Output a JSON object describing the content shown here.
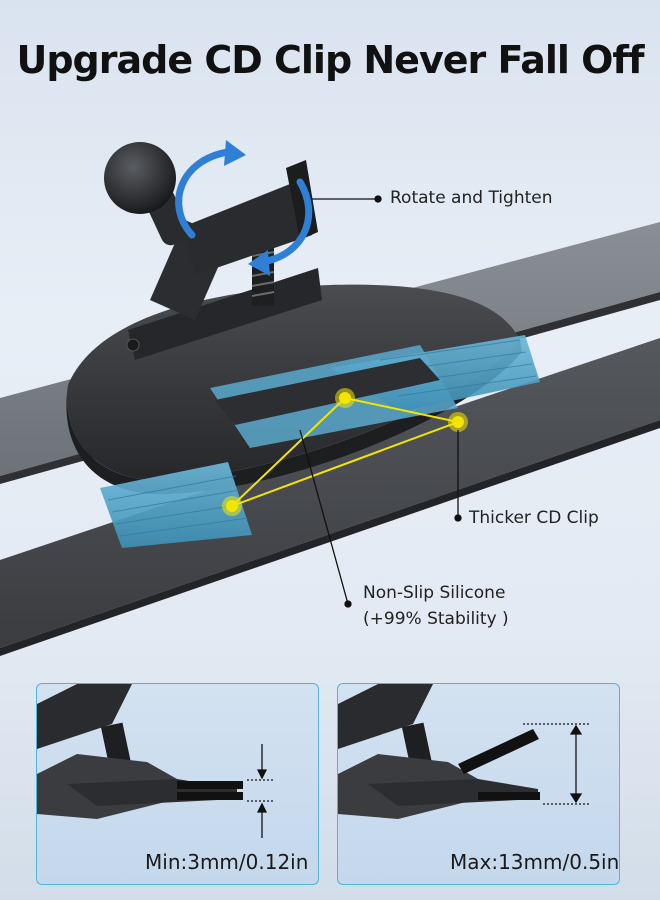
{
  "title": "Upgrade CD Clip Never Fall Off",
  "callouts": {
    "rotate": "Rotate and Tighten",
    "thicker": "Thicker CD Clip",
    "nonslip_line1": "Non-Slip Silicone",
    "nonslip_line2": "(+99% Stability )"
  },
  "panels": {
    "min_label": "Min:3mm/0.12in",
    "max_label": "Max:13mm/0.5in"
  },
  "colors": {
    "highlight": "#f2e500",
    "silicone": "#4fa6c9",
    "panel_border": "#4fb7d6",
    "mount": "#2f3033"
  },
  "icons": {
    "rotate": "rotate-arrows-icon",
    "dimension": "dimension-arrows-icon"
  }
}
